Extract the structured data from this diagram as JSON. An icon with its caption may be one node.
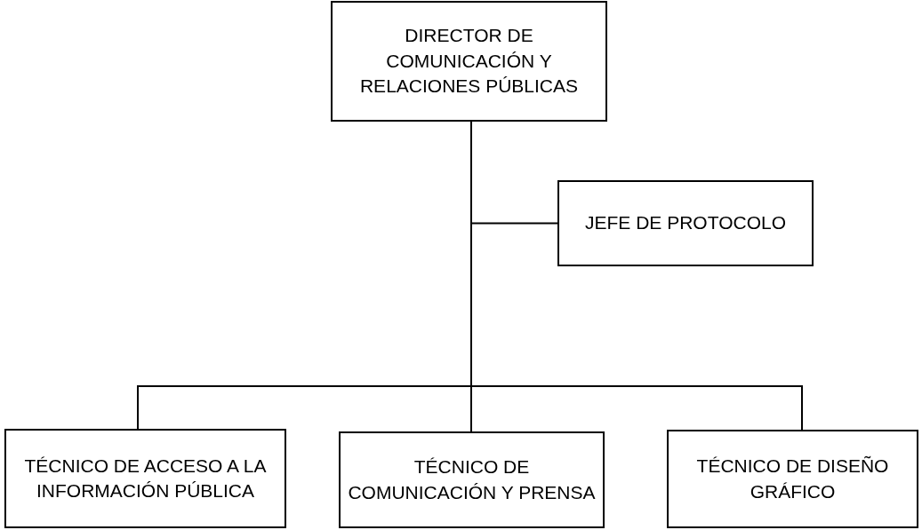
{
  "diagram": {
    "nodes": [
      {
        "text": [
          "DIRECTOR DE COMUNICACIÓN Y RELACIONES PÚBLICAS"
        ]
      },
      {
        "text": [
          "JEFE DE PROTOCOLO"
        ]
      },
      {
        "text": [
          "TÉCNICO DE ACCESO A LA INFORMACIÓN PÚBLICA"
        ]
      },
      {
        "text": [
          "TÉCNICO DE COMUNICACIÓN Y PRENSA"
        ]
      },
      {
        "text": [
          "TÉCNICO DE DISEÑO GRÁFICO"
        ]
      }
    ],
    "edges": [
      {
        "from": 0,
        "to": 1,
        "arrow": "none"
      },
      {
        "from": 0,
        "to": 2,
        "arrow": "none"
      },
      {
        "from": 0,
        "to": 3,
        "arrow": "none"
      },
      {
        "from": 0,
        "to": 4,
        "arrow": "none"
      }
    ]
  }
}
